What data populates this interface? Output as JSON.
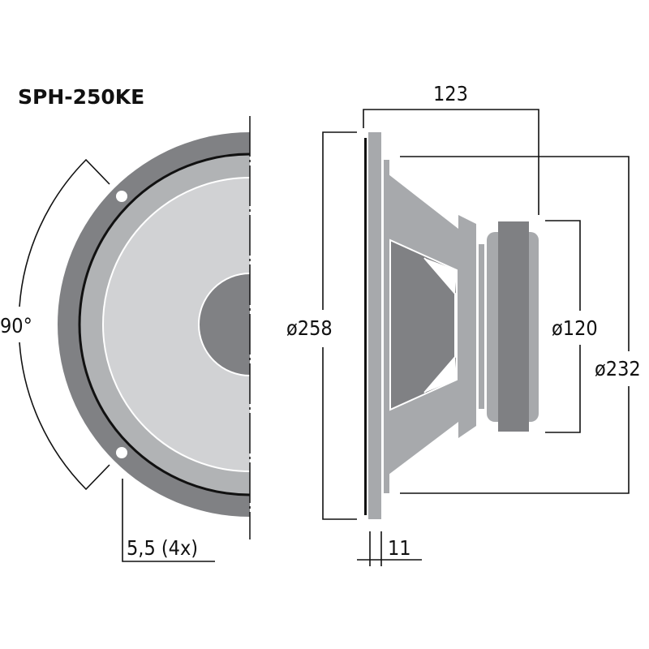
{
  "title": "SPH-250KE",
  "front_view": {
    "angle_label": "90°",
    "hole_label": "5,5 (4x)"
  },
  "side_view": {
    "depth_label": "123",
    "outer_diameter_label": "ø258",
    "magnet_diameter_label": "ø120",
    "cutout_diameter_label": "ø232",
    "flange_thickness_label": "11"
  },
  "colors": {
    "frame": "#808184",
    "surround": "#b1b3b5",
    "cone": "#d1d2d4",
    "dust_cap": "#808184",
    "basket": "#a7a9ac",
    "magnet": "#7f8083"
  }
}
